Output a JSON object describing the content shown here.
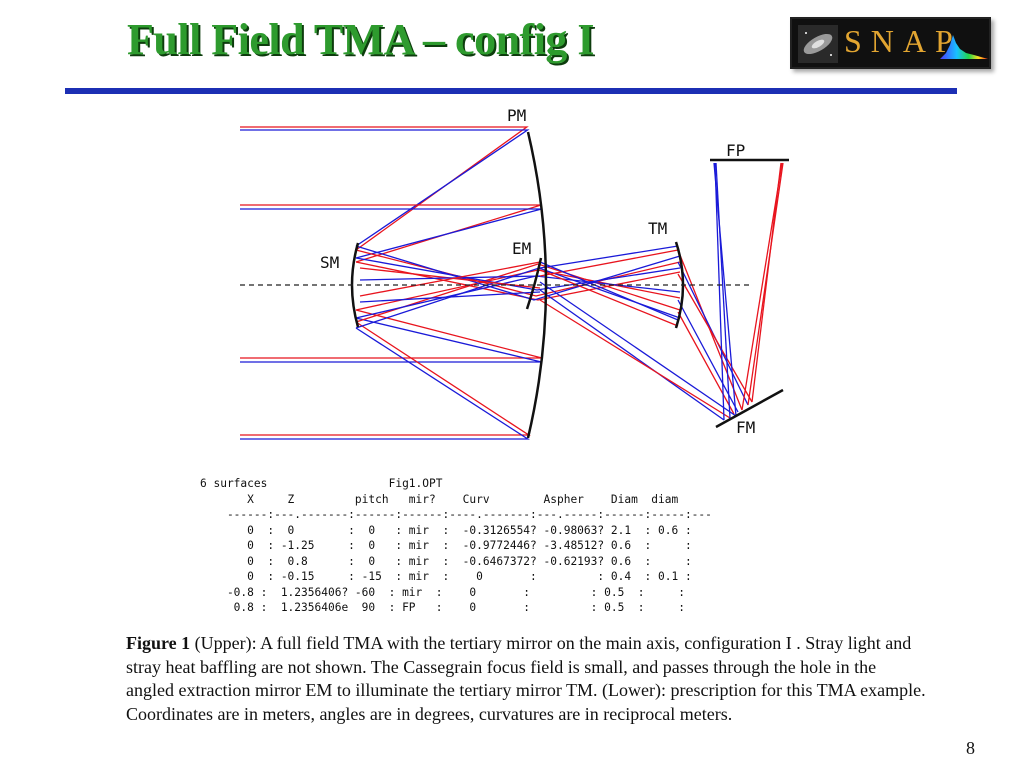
{
  "title": "Full Field TMA – config I",
  "logo": {
    "text": "SNAP",
    "icon": "galaxy-icon"
  },
  "diagram": {
    "labels": {
      "pm": "PM",
      "fp": "FP",
      "tm": "TM",
      "em": "EM",
      "sm": "SM",
      "fm": "FM"
    },
    "colors": {
      "ray_red": "#e8141e",
      "ray_blue": "#1a1ad8",
      "mirror": "#111111",
      "axis": "#222222"
    }
  },
  "prescription": {
    "lines": [
      "6 surfaces                  Fig1.OPT",
      "       X     Z         pitch   mir?    Curv        Aspher    Diam  diam",
      "    ------:---.-------:------:------:----.-------:---.-----:------:-----:---",
      "       0  :  0        :  0   : mir  :  -0.3126554? -0.98063? 2.1  : 0.6 :",
      "       0  : -1.25     :  0   : mir  :  -0.9772446? -3.48512? 0.6  :     :",
      "       0  :  0.8      :  0   : mir  :  -0.6467372? -0.62193? 0.6  :     :",
      "       0  : -0.15     : -15  : mir  :    0       :         : 0.4  : 0.1 :",
      "    -0.8 :  1.2356406? -60  : mir  :    0       :         : 0.5  :     :",
      "     0.8 :  1.2356406e  90  : FP   :    0       :         : 0.5  :     :"
    ]
  },
  "caption": {
    "figure_label": "Figure 1",
    "text": " (Upper): A full field TMA with the tertiary mirror on the main axis, configuration I .  Stray light and stray heat baffling are not shown.  The Cassegrain focus field is small, and passes through the hole in the angled extraction mirror EM to illuminate the tertiary mirror TM.     (Lower): prescription for this TMA example. Coordinates are in meters, angles are in degrees, curvatures are in reciprocal meters."
  },
  "page_number": "8"
}
